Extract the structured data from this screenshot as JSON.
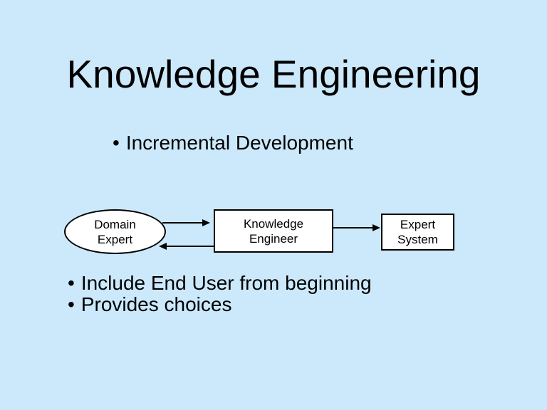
{
  "colors": {
    "background": "#cce9fc",
    "node_fill": "#ffffff",
    "line": "#000000",
    "text": "#000000"
  },
  "slide": {
    "title": "Knowledge Engineering",
    "bullet_char": "•",
    "top_bullets": [
      {
        "label": "Incremental Development"
      }
    ],
    "diagram": {
      "nodes": [
        {
          "id": "domain-expert",
          "shape": "ellipse",
          "line1": "Domain",
          "line2": "Expert"
        },
        {
          "id": "knowledge-engineer",
          "shape": "rect",
          "line1": "Knowledge",
          "line2": "Engineer"
        },
        {
          "id": "expert-system",
          "shape": "rect",
          "line1": "Expert",
          "line2": "System"
        }
      ],
      "arrows": [
        {
          "from": "domain-expert",
          "to": "knowledge-engineer",
          "direction": "right"
        },
        {
          "from": "knowledge-engineer",
          "to": "expert-system",
          "direction": "right"
        },
        {
          "from": "knowledge-engineer",
          "to": "domain-expert",
          "direction": "left"
        }
      ]
    },
    "bottom_bullets": [
      {
        "label": "Include End User from beginning"
      },
      {
        "label": "Provides choices"
      }
    ]
  }
}
